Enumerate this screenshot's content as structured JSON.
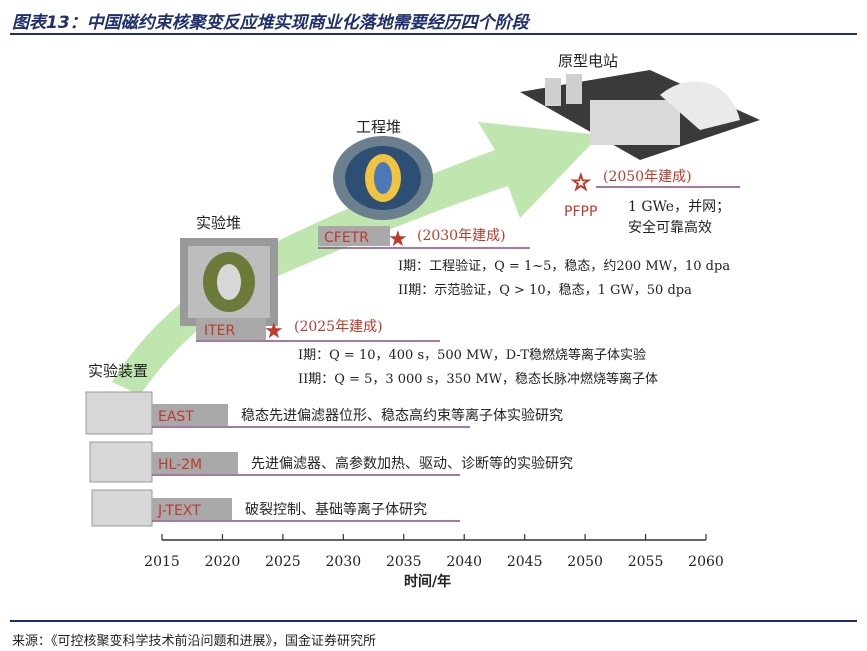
{
  "figure": {
    "title": "图表13：中国磁约束核聚变反应堆实现商业化落地需要经历四个阶段",
    "source": "来源：《可控核聚变科学技术前沿问题和进展》，国金证券研究所"
  },
  "stages": {
    "experiment_device": "实验装置",
    "experimental_reactor": "实验堆",
    "engineering_reactor": "工程堆",
    "prototype_plant": "原型电站"
  },
  "axis": {
    "label": "时间/年",
    "ticks": [
      "2015",
      "2020",
      "2025",
      "2030",
      "2035",
      "2040",
      "2045",
      "2050",
      "2055",
      "2060"
    ]
  },
  "devices": [
    {
      "name": "EAST",
      "desc": "稳态先进偏滤器位形、稳态高约束等离子体实验研究"
    },
    {
      "name": "HL-2M",
      "desc": "先进偏滤器、高参数加热、驱动、诊断等的实验研究"
    },
    {
      "name": "J-TEXT",
      "desc": "破裂控制、基础等离子体研究"
    }
  ],
  "iter": {
    "name": "ITER",
    "milestone": "(2025年建成)",
    "phase1": "I期：Q = 10，400 s，500 MW，D-T稳燃烧等离子体实验",
    "phase2": "II期：Q = 5，3 000 s，350 MW，稳态长脉冲燃烧等离子体"
  },
  "cfetr": {
    "name": "CFETR",
    "milestone": "(2030年建成)",
    "phase1": "I期：工程验证，Q = 1~5，稳态，约200 MW，10 dpa",
    "phase2": "II期：示范验证，Q > 10，稳态，1 GW，50 dpa"
  },
  "pfpp": {
    "name": "PFPP",
    "milestone": "(2050年建成)",
    "line1": "1 GWe，并网；",
    "line2": "安全可靠高效"
  },
  "colors": {
    "title_blue": "#1f2f6d",
    "label_red": "#c0392b",
    "box_gray": "#a9a9a9",
    "arrow_green": "#b7e3a5",
    "line_purple": "#8a4a8a"
  }
}
